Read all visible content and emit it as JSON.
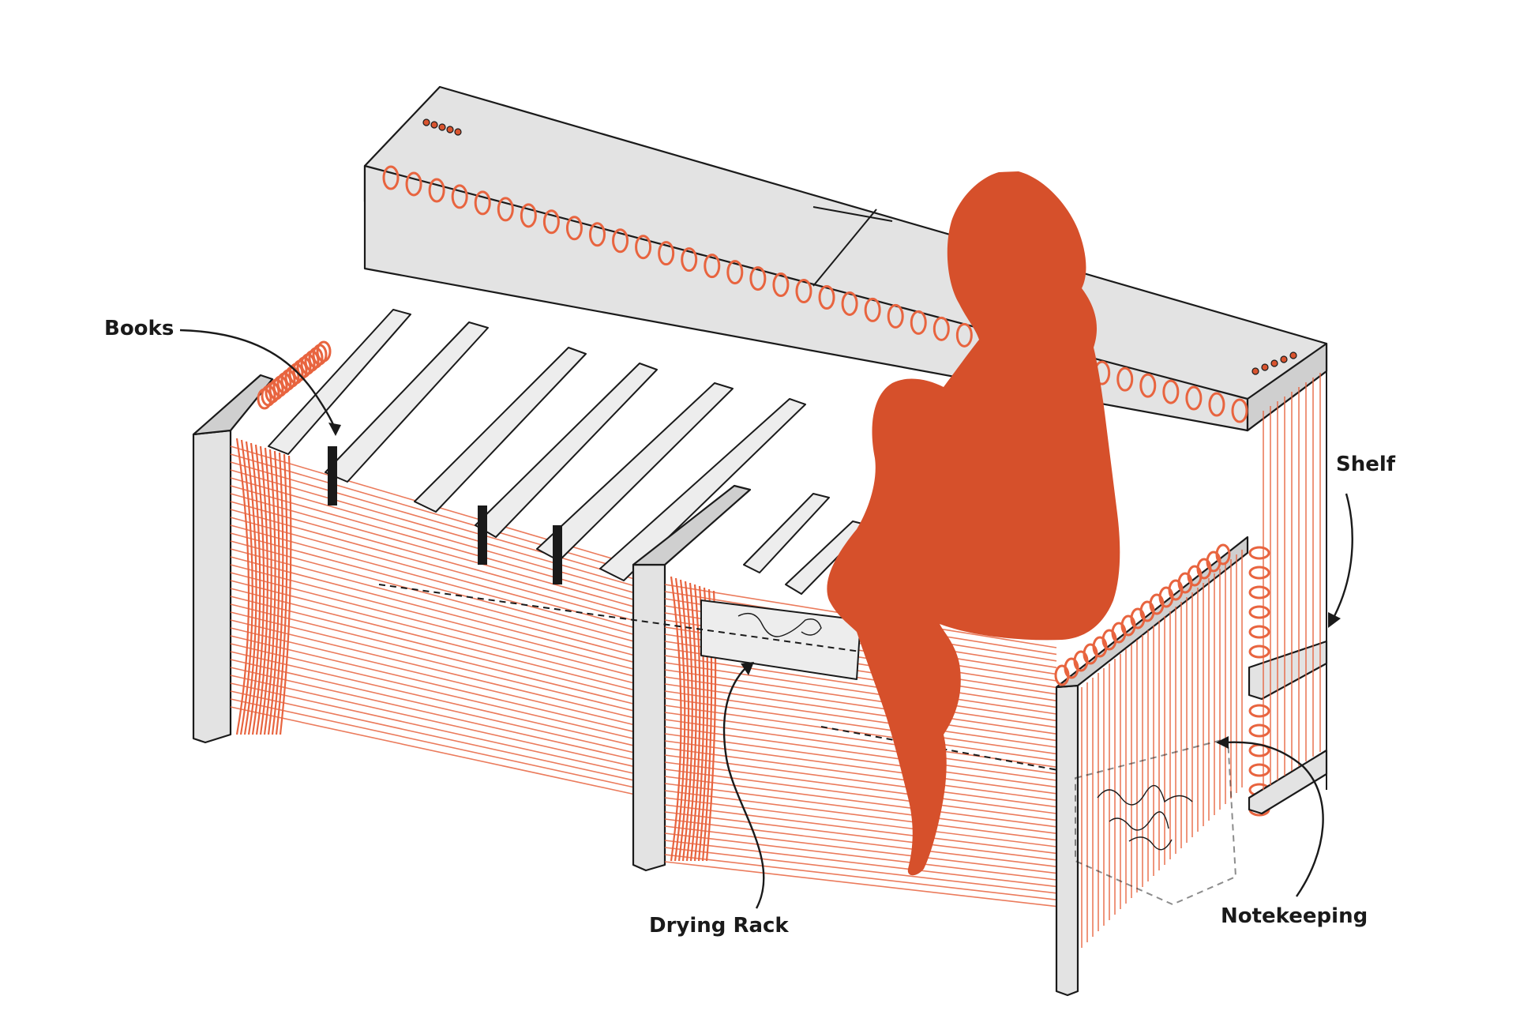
{
  "labels": {
    "books": "Books",
    "shelf": "Shelf",
    "drying_rack": "Drying Rack",
    "notekeeping": "Notekeeping"
  },
  "colors": {
    "cord": "#e8643f",
    "figure": "#d6502b",
    "panel": "#e3e3e3",
    "outline": "#1a1a1a"
  }
}
